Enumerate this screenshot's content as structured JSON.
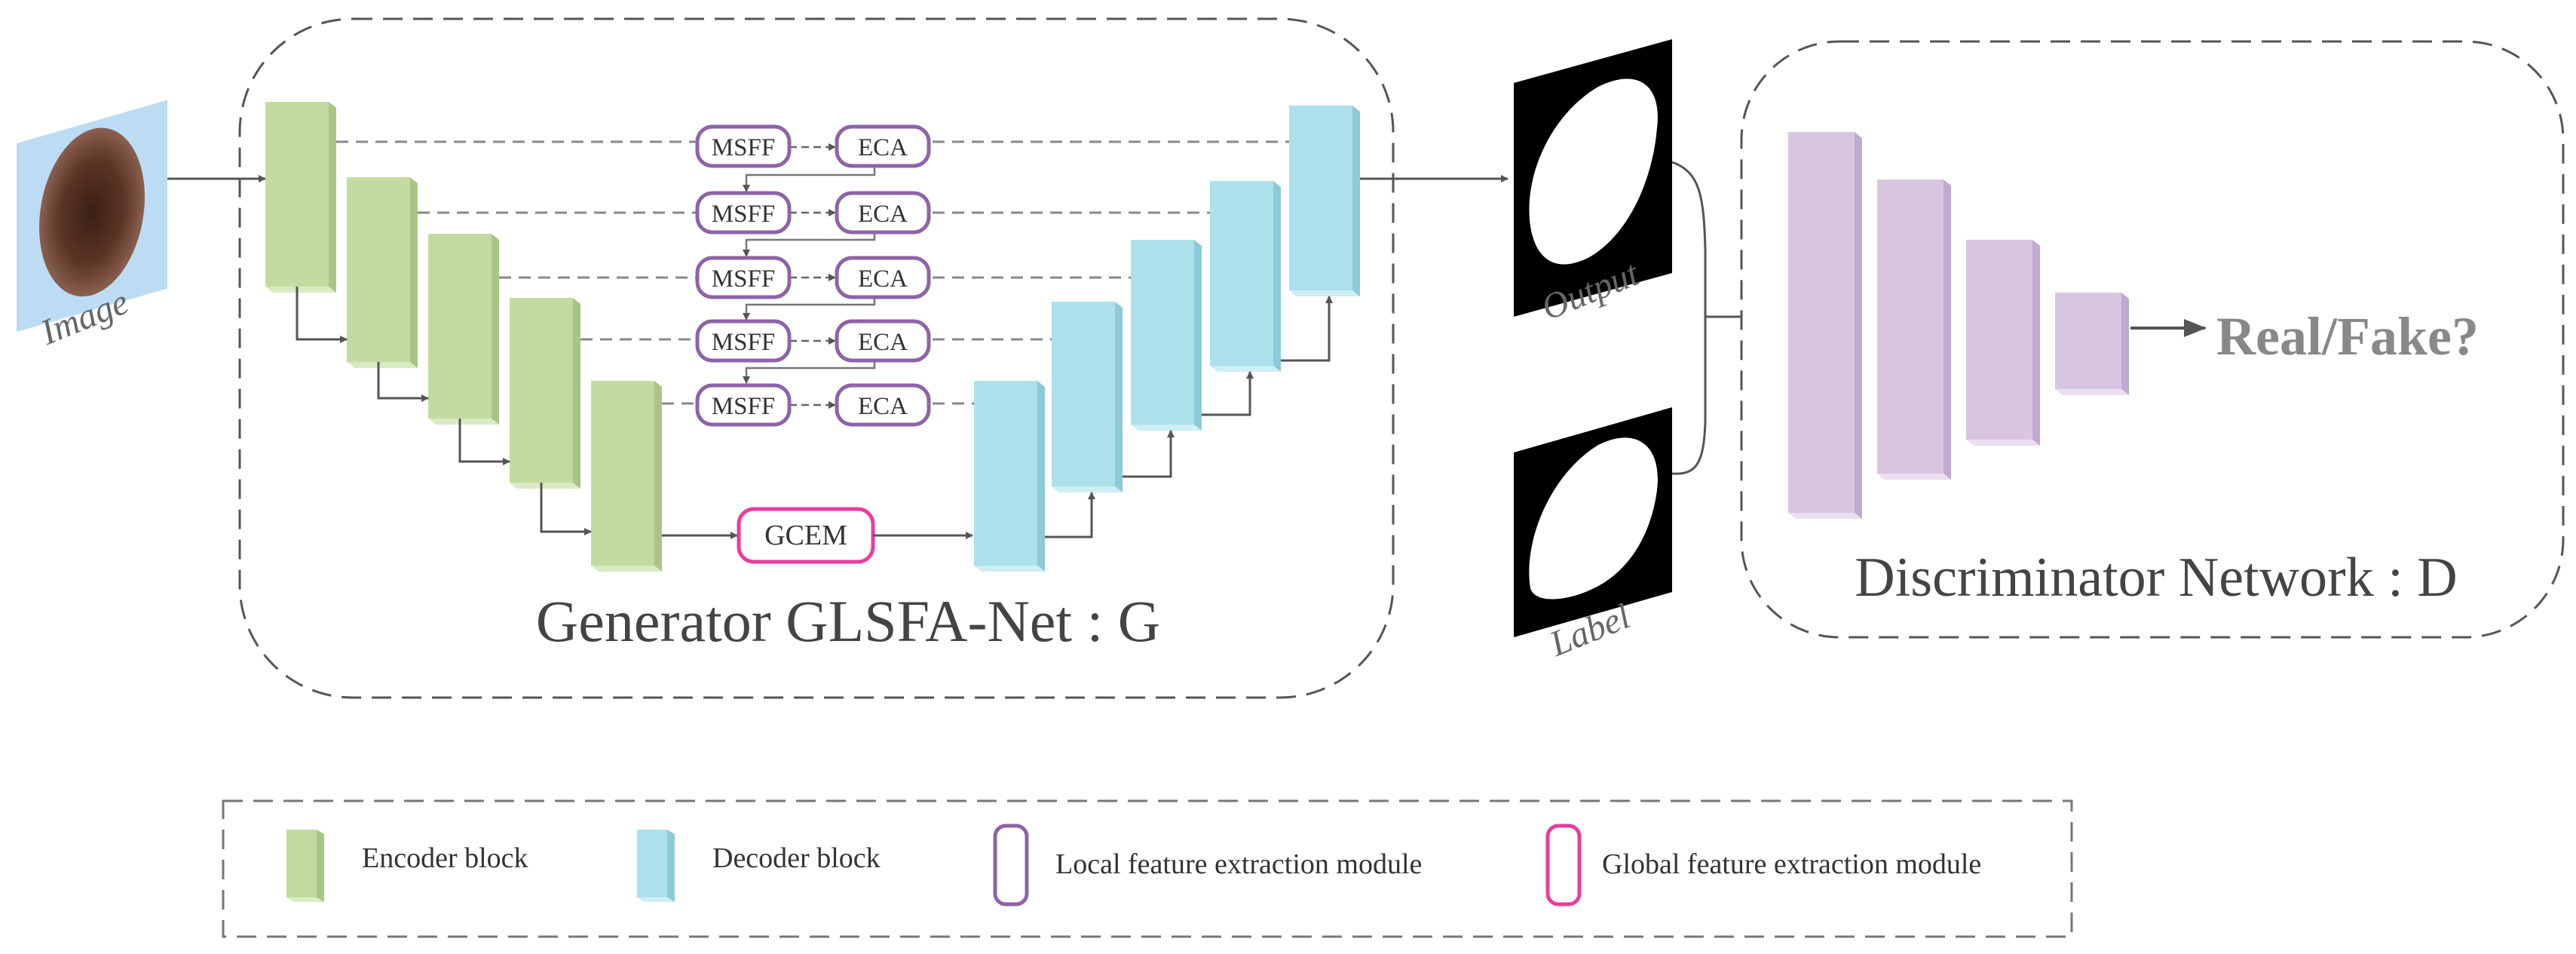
{
  "input": {
    "label": "Image"
  },
  "generator": {
    "title": "Generator GLSFA-Net : G"
  },
  "local_modules": [
    {
      "msff": "MSFF",
      "eca": "ECA"
    },
    {
      "msff": "MSFF",
      "eca": "ECA"
    },
    {
      "msff": "MSFF",
      "eca": "ECA"
    },
    {
      "msff": "MSFF",
      "eca": "ECA"
    },
    {
      "msff": "MSFF",
      "eca": "ECA"
    }
  ],
  "global_module": {
    "label": "GCEM"
  },
  "output": {
    "label": "Output"
  },
  "ground_truth": {
    "label": "Label"
  },
  "discriminator": {
    "title": "Discriminator Network : D",
    "verdict": "Real/Fake?"
  },
  "legend": {
    "encoder": "Encoder block",
    "decoder": "Decoder block",
    "local": "Local feature extraction module",
    "global": "Global feature extraction module"
  },
  "colors": {
    "encoder": "#c2dba0",
    "decoder": "#ace1eb",
    "discriminator": "#d8c6e1",
    "local_module": "#8e63a8",
    "global_module": "#e83e9e",
    "dash": "#888888",
    "arrow": "#555555"
  }
}
